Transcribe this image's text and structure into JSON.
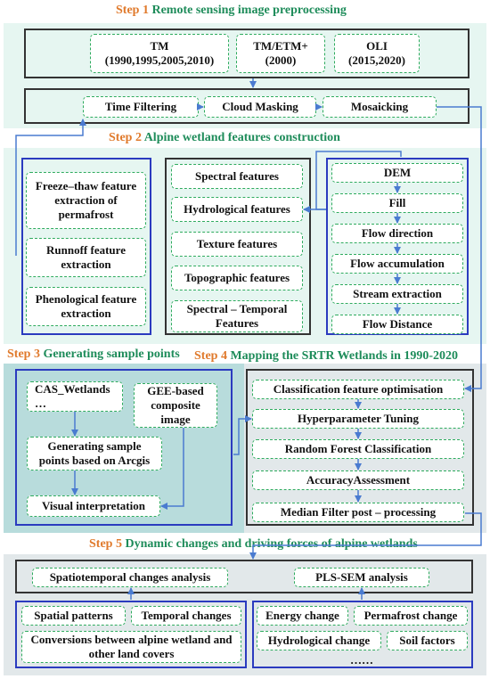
{
  "step1": {
    "num": "Step 1",
    "title": "Remote sensing image preprocessing",
    "tm": {
      "name": "TM",
      "years": "(1990,1995,2005,2010)"
    },
    "etm": {
      "name": "TM/ETM+",
      "years": "(2000)"
    },
    "oli": {
      "name": "OLI",
      "years": "(2015,2020)"
    },
    "time_filtering": "Time Filtering",
    "cloud_masking": "Cloud Masking",
    "mosaicking": "Mosaicking"
  },
  "step2": {
    "num": "Step 2",
    "title": "Alpine wetland features construction",
    "left": [
      "Freeze–thaw feature extraction of permafrost",
      "Runnoff feature extraction",
      "Phenological feature extraction"
    ],
    "mid": [
      "Spectral features",
      "Hydrological features",
      "Texture features",
      "Topographic features",
      "Spectral – Temporal Features"
    ],
    "right": [
      "DEM",
      "Fill",
      "Flow direction",
      "Flow accumulation",
      "Stream extraction",
      "Flow Distance"
    ]
  },
  "step3": {
    "num": "Step 3",
    "title": "Generating sample points",
    "cas": "CAS_Wetlands …",
    "gee": "GEE-based composite image",
    "gen": "Generating sample points based on Arcgis",
    "visual": "Visual interpretation"
  },
  "step4": {
    "num": "Step 4",
    "title": "Mapping the SRTR Wetlands in 1990-2020",
    "items": [
      "Classification feature optimisation",
      "Hyperparameter Tuning",
      "Random Forest Classification",
      "AccuracyAssessment",
      "Median Filter post – processing"
    ]
  },
  "step5": {
    "num": "Step 5",
    "title": "Dynamic changes and driving forces of alpine wetlands",
    "stc": "Spatiotemporal changes analysis",
    "pls": "PLS-SEM analysis",
    "spatial": "Spatial patterns",
    "temporal": "Temporal changes",
    "conversions": "Conversions between alpine wetland and other land covers",
    "energy": "Energy change",
    "permafrost": "Permafrost change",
    "hydro": "Hydrological change",
    "soil": "Soil factors",
    "more": "……"
  },
  "colors": {
    "step_number": "#e07a2c",
    "step_title": "#1e8c5a",
    "box_border": "#2eab5e",
    "frame_blue": "#2b3bbf",
    "arrow": "#4a7bd0",
    "panel_mint": "#e6f6f1",
    "panel_teal": "#b8dcdc",
    "panel_grey": "#e2e8ea"
  }
}
